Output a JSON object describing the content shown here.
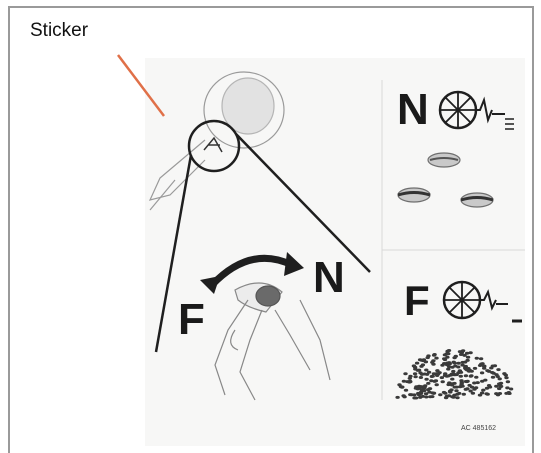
{
  "callout": {
    "label": "Sticker",
    "color": "#e07048"
  },
  "diagram": {
    "left_letter": "F",
    "right_letter": "N",
    "top_panel_letter": "N",
    "bottom_panel_letter": "F",
    "reference_code": "AC 485162",
    "icons": [
      "fan-setting-icon",
      "fan-setting-icon"
    ]
  }
}
